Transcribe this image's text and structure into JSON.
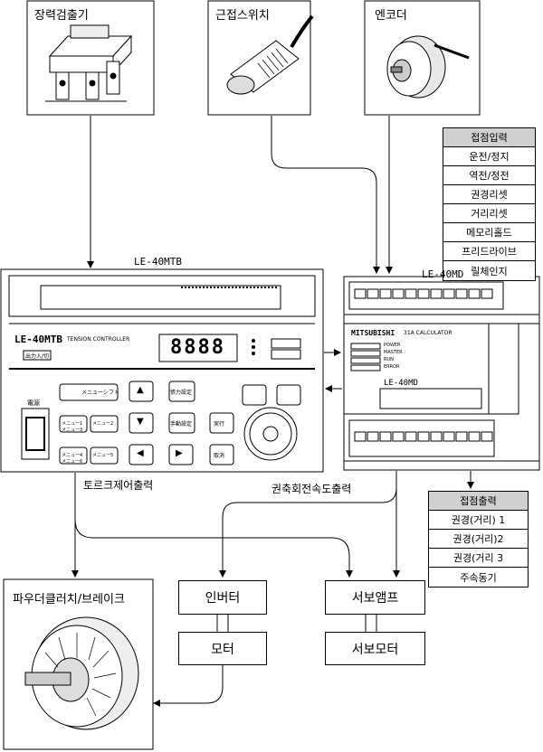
{
  "devices": {
    "load_cell": "장력검출기",
    "proximity_switch": "근접스위치",
    "encoder": "엔코더",
    "brake": "파우더클러치/브레이크"
  },
  "input_table": {
    "header": "접점입력",
    "items": [
      "운전/정지",
      "역전/정전",
      "권경리셋",
      "거리리셋",
      "메모리홀드",
      "프리드라이브",
      "릴체인지"
    ]
  },
  "output_table": {
    "header": "접점출력",
    "items": [
      "권경(거리) 1",
      "권경(거리)2",
      "권경(거리 3",
      "주속동기"
    ]
  },
  "controller": {
    "model_label": "LE-40MTB",
    "panel_model": "LE-40MTB",
    "panel_subtitle": "TENSION CONTROLLER",
    "display_value": "8888",
    "small_button": "出力入/切",
    "power_label": "電源",
    "keys": [
      "メニューシフト",
      "▲",
      "張力設定",
      "▼",
      "手動設定",
      "実行",
      "◀",
      "▶",
      "取消",
      "メニュー1",
      "メニュー2",
      "メニュー3",
      "メニュー4",
      "メニュー5",
      "メニュー6"
    ]
  },
  "plc": {
    "model_label": "LE-40MD",
    "brand": "MITSUBISHI",
    "product": "31A CALCULATOR",
    "status_leds": [
      "POWER",
      "MASTER",
      "RUN",
      "ERROR"
    ],
    "unit_label": "LE-40MD"
  },
  "signals": {
    "torque_output": "토르크제어출력",
    "speed_output": "권축회전속도출력"
  },
  "drive": {
    "inverter": "인버터",
    "motor": "모터",
    "servo_amp": "서보앰프",
    "servo_motor": "서보모터"
  }
}
